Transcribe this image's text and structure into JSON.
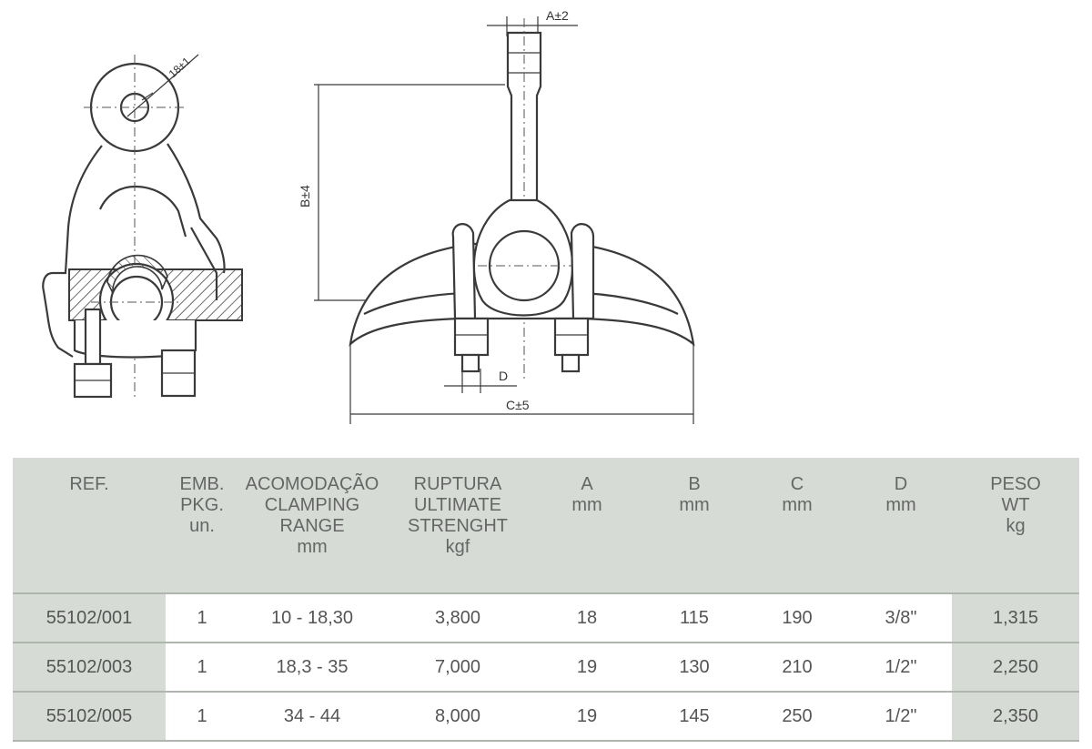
{
  "drawing": {
    "dim_diameter": "18±1",
    "dim_a": "A±2",
    "dim_b": "B±4",
    "dim_c": "C±5",
    "dim_d": "D"
  },
  "table": {
    "headers": [
      [
        "REF."
      ],
      [
        "EMB.",
        "PKG.",
        "un."
      ],
      [
        "ACOMODAÇÃO",
        "CLAMPING",
        "RANGE",
        "mm"
      ],
      [
        "RUPTURA",
        "ULTIMATE",
        "STRENGHT",
        "kgf"
      ],
      [
        "A",
        "mm"
      ],
      [
        "B",
        "mm"
      ],
      [
        "C",
        "mm"
      ],
      [
        "D",
        "mm"
      ],
      [
        "PESO",
        "WT",
        "kg"
      ]
    ],
    "rows": [
      [
        "55102/001",
        "1",
        "10 - 18,30",
        "3,800",
        "18",
        "115",
        "190",
        "3/8\"",
        "1,315"
      ],
      [
        "55102/003",
        "1",
        "18,3 - 35",
        "7,000",
        "19",
        "130",
        "210",
        "1/2\"",
        "2,250"
      ],
      [
        "55102/005",
        "1",
        "34 - 44",
        "8,000",
        "19",
        "145",
        "250",
        "1/2\"",
        "2,350"
      ]
    ]
  }
}
